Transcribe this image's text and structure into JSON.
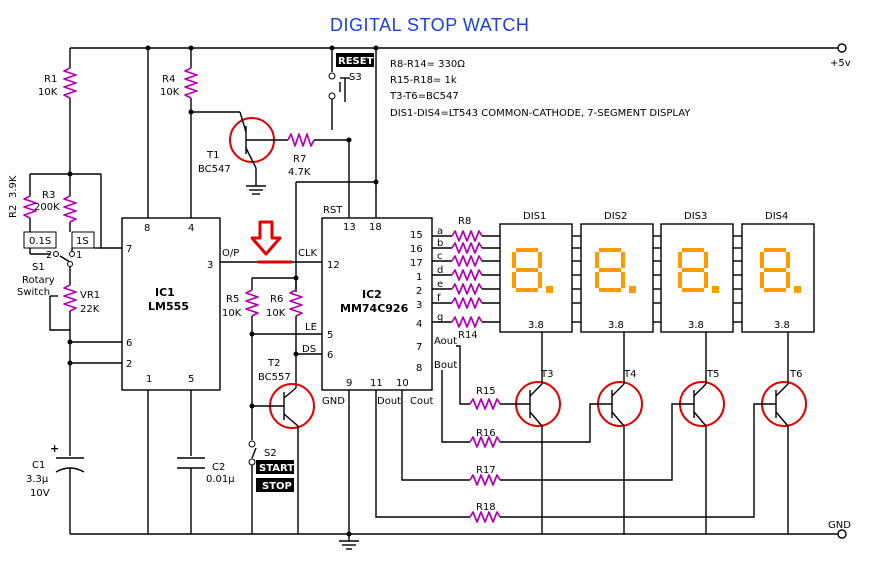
{
  "title": "DIGITAL STOP WATCH",
  "notes": [
    "R8-R14= 330Ω",
    "R15-R18= 1k",
    "T3-T6=BC547",
    "DIS1-DIS4=LT543 COMMON-CATHODE, 7-SEGMENT DISPLAY"
  ],
  "rails": {
    "vcc": "+5v",
    "gnd": "GND"
  },
  "ic1": {
    "name": "IC1",
    "part": "LM555",
    "pins": {
      "p8": "8",
      "p4": "4",
      "p7": "7",
      "p3": "3",
      "p6": "6",
      "p2": "2",
      "p1": "1",
      "p5": "5"
    },
    "out_label": "O/P"
  },
  "ic2": {
    "name": "IC2",
    "part": "MM74C926",
    "pins": {
      "p13": "13",
      "p18": "18",
      "p12": "12",
      "p5": "5",
      "p6": "6",
      "p9": "9",
      "p11": "11",
      "p10": "10",
      "p15": "15",
      "p16": "16",
      "p17": "17",
      "p1": "1",
      "p2": "2",
      "p3": "3",
      "p4": "4",
      "p7": "7",
      "p8": "8"
    },
    "labels": {
      "rst": "RST",
      "clk": "CLK",
      "le": "LE",
      "ds": "DS",
      "gnd": "GND",
      "dout": "Dout",
      "cout": "Cout",
      "aout": "Aout",
      "bout": "Bout"
    },
    "segs": [
      "a",
      "b",
      "c",
      "d",
      "e",
      "f",
      "g"
    ]
  },
  "components": {
    "r1": {
      "name": "R1",
      "value": "10K"
    },
    "r2": {
      "name": "R2",
      "value": "3.9K"
    },
    "r3": {
      "name": "R3",
      "value": "200K"
    },
    "r4": {
      "name": "R4",
      "value": "10K"
    },
    "r5": {
      "name": "R5",
      "value": "10K"
    },
    "r6": {
      "name": "R6",
      "value": "10K"
    },
    "r7": {
      "name": "R7",
      "value": "4.7K"
    },
    "r8": "R8",
    "r14": "R14",
    "r15": "R15",
    "r16": "R16",
    "r17": "R17",
    "r18": "R18",
    "vr1": {
      "name": "VR1",
      "value": "22K"
    },
    "c1": {
      "name": "C1",
      "value": "3.3µ",
      "volt": "10V",
      "plus": "+"
    },
    "c2": {
      "name": "C2",
      "value": "0.01µ"
    },
    "t1": {
      "name": "T1",
      "part": "BC547"
    },
    "t2": {
      "name": "T2",
      "part": "BC557"
    },
    "t3": "T3",
    "t4": "T4",
    "t5": "T5",
    "t6": "T6",
    "s1": {
      "name": "S1",
      "desc1": "Rotary",
      "desc2": "Switch",
      "pos1": "1",
      "pos2": "2",
      "opt1": "0.1S",
      "opt2": "1S"
    },
    "s2": {
      "name": "S2",
      "start": "START",
      "stop": "STOP"
    },
    "s3": {
      "name": "S3",
      "reset": "RESET"
    }
  },
  "displays": [
    {
      "name": "DIS1",
      "pin": "3.8",
      "digit": "8."
    },
    {
      "name": "DIS2",
      "pin": "3.8",
      "digit": "8."
    },
    {
      "name": "DIS3",
      "pin": "3.8",
      "digit": "8."
    },
    {
      "name": "DIS4",
      "pin": "3.8",
      "digit": "8."
    }
  ],
  "colors": {
    "title": "#1a3ee0",
    "resistor": "#b400b4",
    "transistor": "#e00000",
    "segment": "#ff9a00",
    "arrow": "#e00000"
  }
}
